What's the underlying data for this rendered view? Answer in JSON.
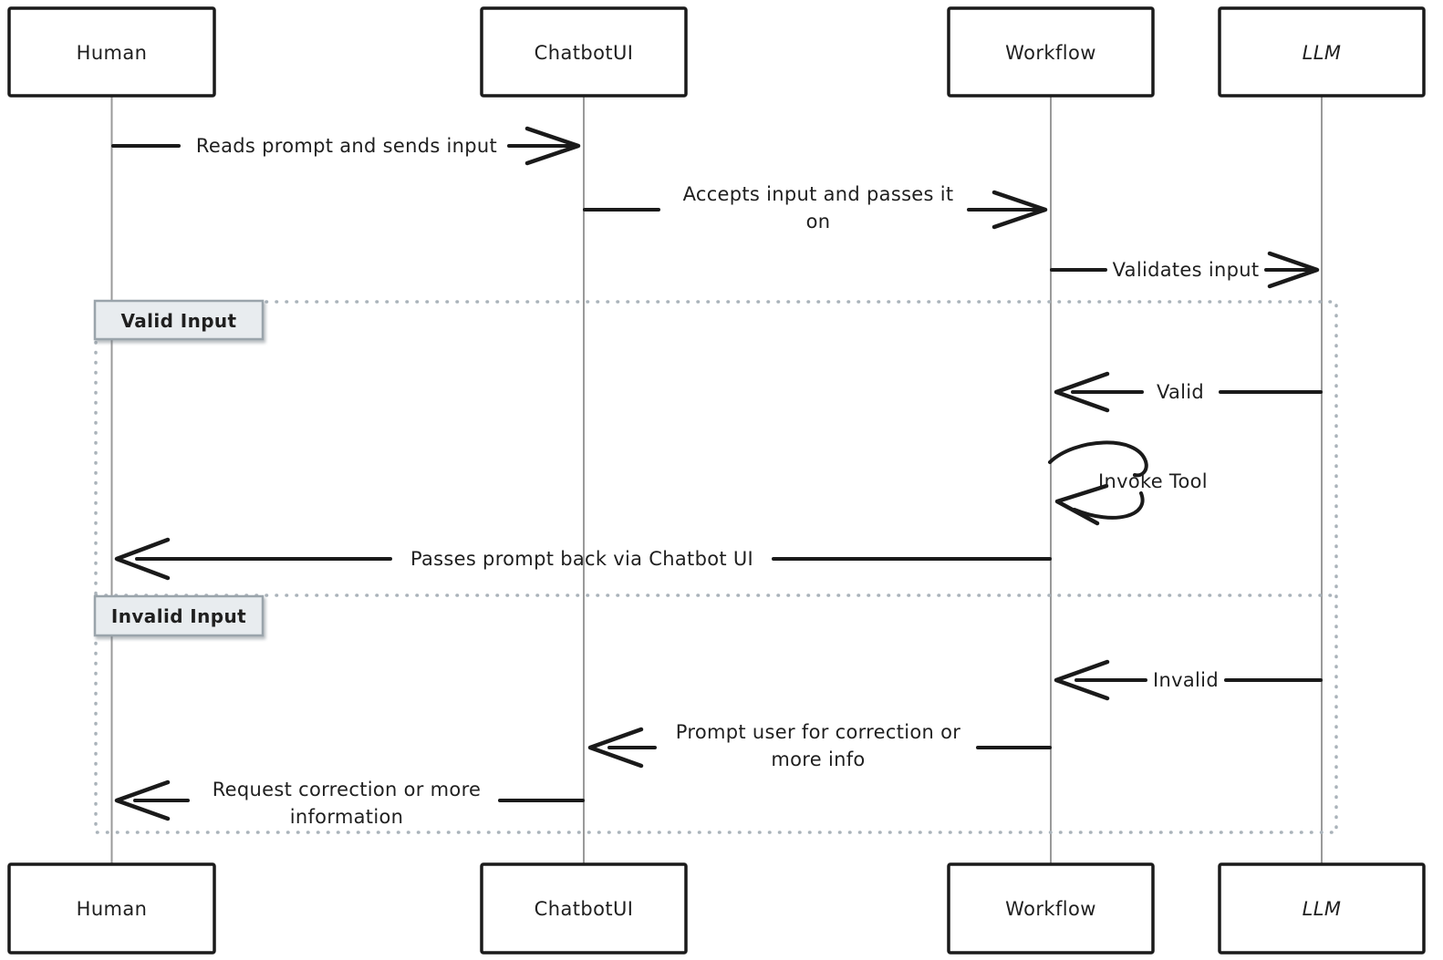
{
  "participants": [
    {
      "label": "Human"
    },
    {
      "label": "ChatbotUI"
    },
    {
      "label": "Workflow"
    },
    {
      "label": "LLM"
    }
  ],
  "messages": {
    "reads_prompt": {
      "from": "Human",
      "to": "ChatbotUI",
      "label": "Reads prompt and sends input"
    },
    "accepts_input": {
      "from": "ChatbotUI",
      "to": "Workflow",
      "label": "Accepts input and passes it on",
      "lines": [
        "Accepts input and passes it",
        "on"
      ]
    },
    "validates_input": {
      "from": "Workflow",
      "to": "LLM",
      "label": "Validates input"
    },
    "valid": {
      "from": "LLM",
      "to": "Workflow",
      "label": "Valid"
    },
    "invoke_tool": {
      "from": "Workflow",
      "to": "Workflow",
      "label": "Invoke Tool",
      "self_message": true
    },
    "passes_prompt_back": {
      "from": "Workflow",
      "to": "Human",
      "label": "Passes prompt back via Chatbot UI"
    },
    "invalid": {
      "from": "LLM",
      "to": "Workflow",
      "label": "Invalid"
    },
    "prompt_user": {
      "from": "Workflow",
      "to": "ChatbotUI",
      "label": "Prompt user for correction or more info",
      "lines": [
        "Prompt user for correction or",
        "more info"
      ]
    },
    "request_correction": {
      "from": "ChatbotUI",
      "to": "Human",
      "label": "Request correction or more information",
      "lines": [
        "Request correction or more",
        "information"
      ]
    }
  },
  "frames": {
    "valid_input": {
      "label": "Valid Input"
    },
    "invalid_input": {
      "label": "Invalid Input"
    }
  },
  "colors": {
    "background": "#ffffff",
    "stroke": "#1a1a1a",
    "lifeline": "#9a9a9a",
    "frame_border": "#aab3ba",
    "frame_label_fill": "#e8ecef",
    "frame_label_border": "#9aa4ab",
    "text": "#1f1f1f"
  }
}
